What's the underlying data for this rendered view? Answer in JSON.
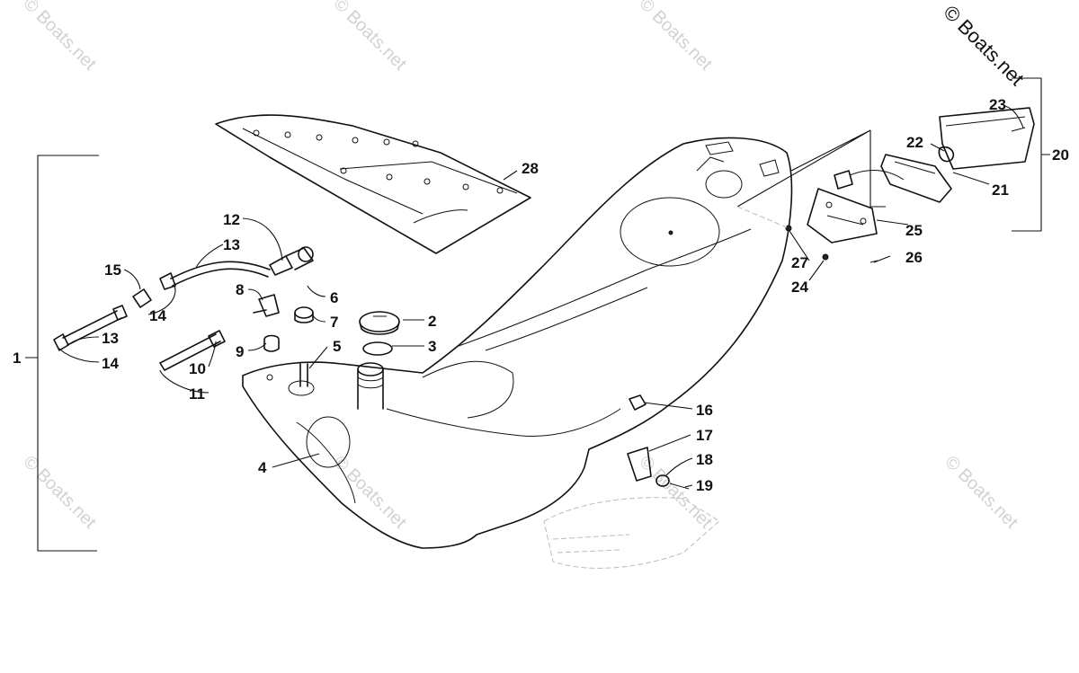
{
  "watermark": "© Boats.net",
  "copyright": "© Boats.net",
  "callouts": [
    "1",
    "2",
    "3",
    "4",
    "5",
    "6",
    "7",
    "8",
    "9",
    "10",
    "11",
    "12",
    "13",
    "13",
    "14",
    "14",
    "15",
    "16",
    "17",
    "18",
    "19",
    "20",
    "21",
    "22",
    "23",
    "24",
    "25",
    "26",
    "27",
    "28"
  ]
}
